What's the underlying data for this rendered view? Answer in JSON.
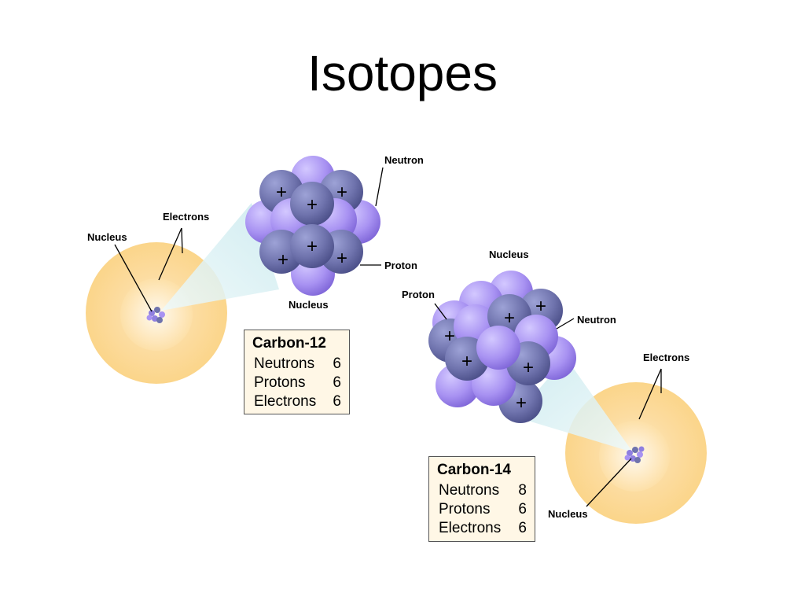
{
  "title": "Isotopes",
  "labels": {
    "neutron": "Neutron",
    "proton": "Proton",
    "nucleus": "Nucleus",
    "electrons": "Electrons"
  },
  "carbon12": {
    "name": "Carbon-12",
    "rows": [
      {
        "label": "Neutrons",
        "value": "6"
      },
      {
        "label": "Protons",
        "value": "6"
      },
      {
        "label": "Electrons",
        "value": "6"
      }
    ]
  },
  "carbon14": {
    "name": "Carbon-14",
    "rows": [
      {
        "label": "Neutrons",
        "value": "8"
      },
      {
        "label": "Protons",
        "value": "6"
      },
      {
        "label": "Electrons",
        "value": "6"
      }
    ]
  },
  "proton_symbol": "+",
  "colors": {
    "proton": "#6b6fa8",
    "neutron": "#9f8cf0",
    "electron_cloud": "#fbd58a",
    "cloud_inner": "#fde7bb",
    "beam": "#d8f0f2",
    "box_bg": "#fff7e6"
  }
}
